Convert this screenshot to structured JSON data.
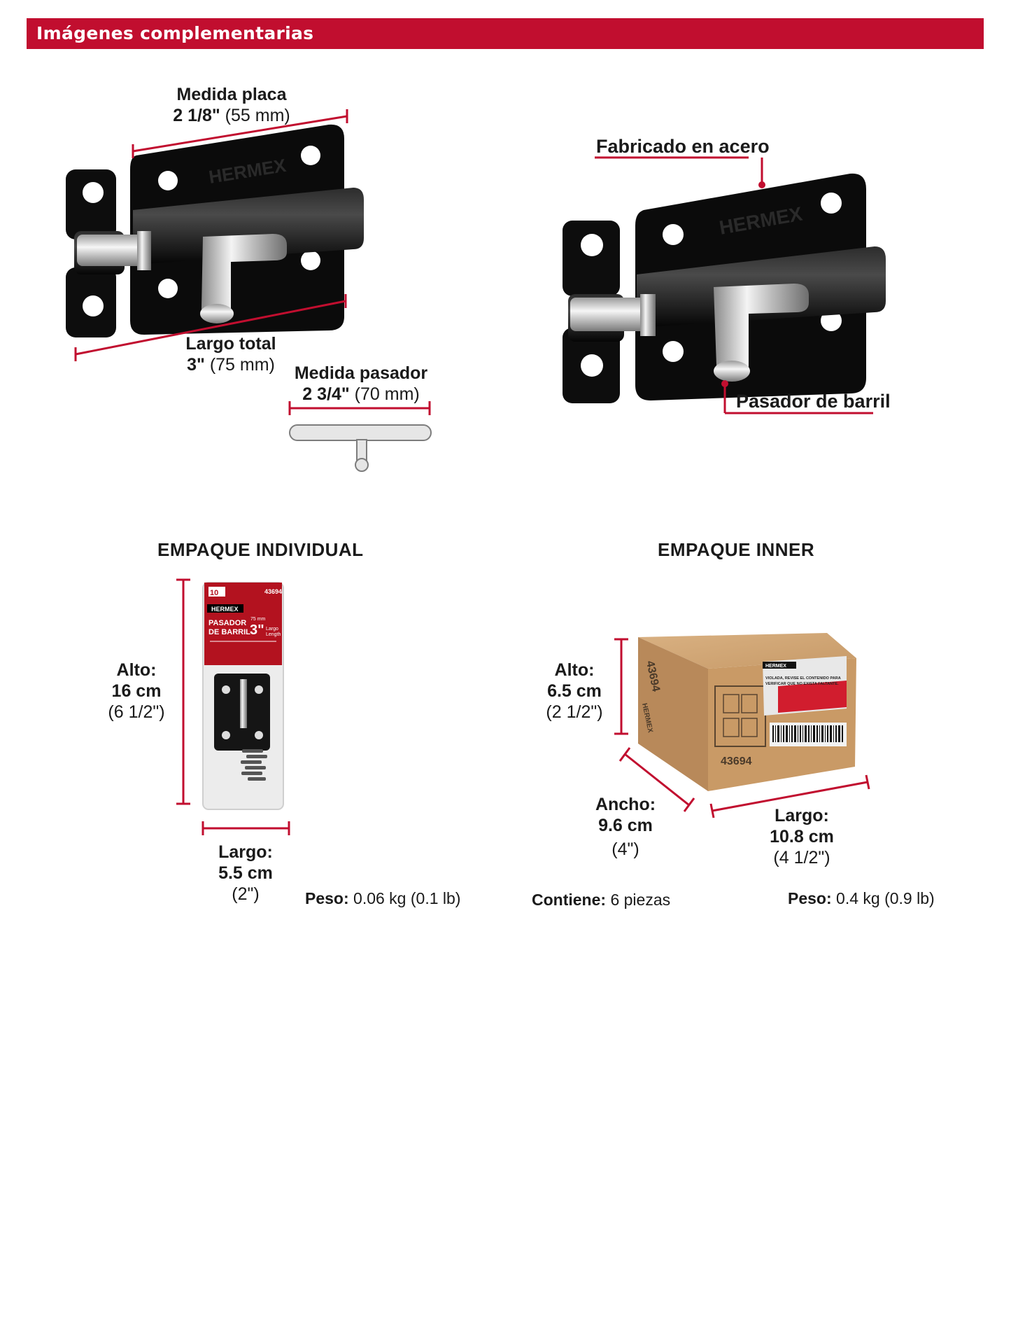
{
  "header": {
    "title": "Imágenes complementarias"
  },
  "latch_left": {
    "plate_label": "Medida placa",
    "plate_value_in": "2 1/8\"",
    "plate_value_mm": "(55 mm)",
    "total_label": "Largo total",
    "total_value_in": "3\"",
    "total_value_mm": "(75 mm)",
    "bolt_label": "Medida pasador",
    "bolt_value_in": "2 3/4\"",
    "bolt_value_mm": "(70 mm)",
    "brand": "HERMEX"
  },
  "latch_right": {
    "material_label": "Fabricado en acero",
    "bolt_type_label": "Pasador de barril",
    "brand": "HERMEX"
  },
  "individual": {
    "title": "EMPAQUE INDIVIDUAL",
    "height_label": "Alto:",
    "height_cm": "16 cm",
    "height_in": "(6 1/2\")",
    "length_label": "Largo:",
    "length_cm": "5.5 cm",
    "length_in": "(2\")",
    "weight_label": "Peso:",
    "weight_value": "0.06 kg (0.1 lb)",
    "package": {
      "count": "10",
      "code": "43694",
      "brand": "HERMEX",
      "name_line1": "PASADOR",
      "name_line2": "DE BARRIL",
      "size_mm": "75 mm",
      "size_in": "3\"",
      "size_word1": "Largo",
      "size_word2": "Length"
    }
  },
  "inner": {
    "title": "EMPAQUE INNER",
    "height_label": "Alto:",
    "height_cm": "6.5 cm",
    "height_in": "(2 1/2\")",
    "width_label": "Ancho:",
    "width_cm": "9.6 cm",
    "width_in": "(4\")",
    "length_label": "Largo:",
    "length_cm": "10.8 cm",
    "length_in": "(4 1/2\")",
    "contains_label": "Contiene:",
    "contains_value": "6 piezas",
    "weight_label": "Peso:",
    "weight_value": "0.4 kg (0.9 lb)",
    "box": {
      "code": "43694",
      "brand": "HERMEX",
      "sticker_line1": "VIOLADA, REVISE EL CONTENIDO PARA",
      "sticker_line2": "VERIFICAR QUE NO EXISTA FALTANTE."
    }
  },
  "colors": {
    "accent": "#c10e2f",
    "cardboard": "#c99a66",
    "black_metal": "#111111"
  }
}
